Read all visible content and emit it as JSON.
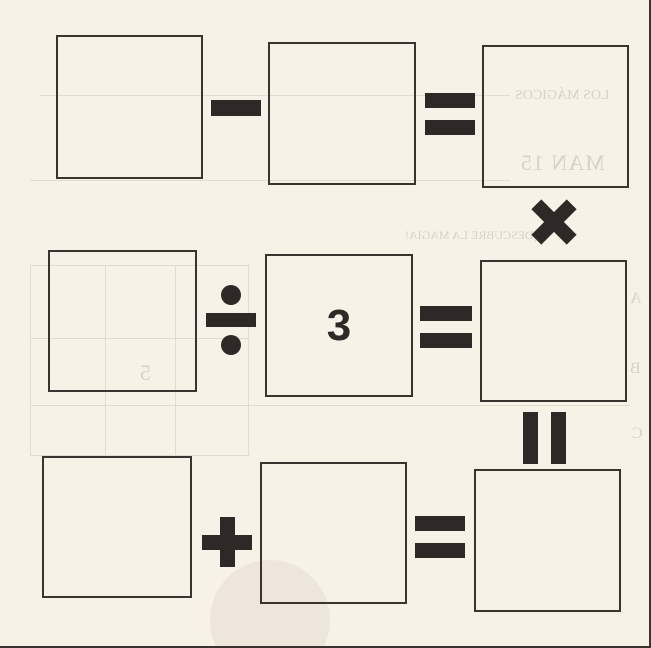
{
  "puzzle": {
    "rows": [
      {
        "cells": [
          {
            "id": "a1",
            "value": ""
          },
          {
            "id": "a2",
            "value": ""
          },
          {
            "id": "a3",
            "value": ""
          }
        ],
        "operator": "minus",
        "result_operator": "equals"
      },
      {
        "cells": [
          {
            "id": "b1",
            "value": ""
          },
          {
            "id": "b2",
            "value": "3"
          },
          {
            "id": "b3",
            "value": ""
          }
        ],
        "operator": "divide",
        "result_operator": "equals"
      },
      {
        "cells": [
          {
            "id": "c1",
            "value": ""
          },
          {
            "id": "c2",
            "value": ""
          },
          {
            "id": "c3",
            "value": ""
          }
        ],
        "operator": "plus",
        "result_operator": "equals"
      }
    ],
    "column_operators": [
      {
        "between": "a3-b3",
        "operator": "times"
      },
      {
        "between": "b3-c3",
        "operator": "equals"
      }
    ],
    "symbol_color": "#2e2927",
    "paper_color": "#f7f2e7"
  },
  "background_print": {
    "header": "LOS MÁGICOS",
    "heading": "MAN 15",
    "bubble": "¡DESCUBRE LA MAGIA!",
    "side_letters": [
      "A",
      "B",
      "C"
    ],
    "table_number": "5"
  }
}
